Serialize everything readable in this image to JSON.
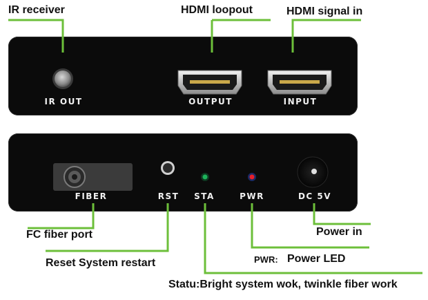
{
  "top_panel": {
    "ports": [
      {
        "label": "IR OUT",
        "icon": "ir-jack-icon"
      },
      {
        "label": "OUTPUT",
        "icon": "hdmi-port-icon"
      },
      {
        "label": "INPUT",
        "icon": "hdmi-port-icon"
      }
    ]
  },
  "bottom_panel": {
    "ports": [
      {
        "label": "FIBER",
        "icon": "fc-fiber-port-icon"
      },
      {
        "label": "RST",
        "icon": "reset-button-icon"
      },
      {
        "label": "STA",
        "icon": "status-led-icon",
        "color": "#1db35a"
      },
      {
        "label": "PWR",
        "icon": "power-led-icon",
        "color": "#e8202a"
      },
      {
        "label": "DC 5V",
        "icon": "dc-jack-icon"
      }
    ]
  },
  "callouts": {
    "ir_receiver": "IR receiver",
    "hdmi_loopout": "HDMI loopout",
    "hdmi_signal_in": "HDMI signal in",
    "fc_fiber_port": "FC fiber port",
    "reset": "Reset System restart",
    "power_in": "Power in",
    "pwr_prefix": "PWR:",
    "power_led": "Power LED",
    "status": "Statu:Bright system wok, twinkle fiber work"
  },
  "colors": {
    "leader_line": "#6cbf3a",
    "panel": "#0b0b0b",
    "label_text": "#f0f0f0"
  }
}
